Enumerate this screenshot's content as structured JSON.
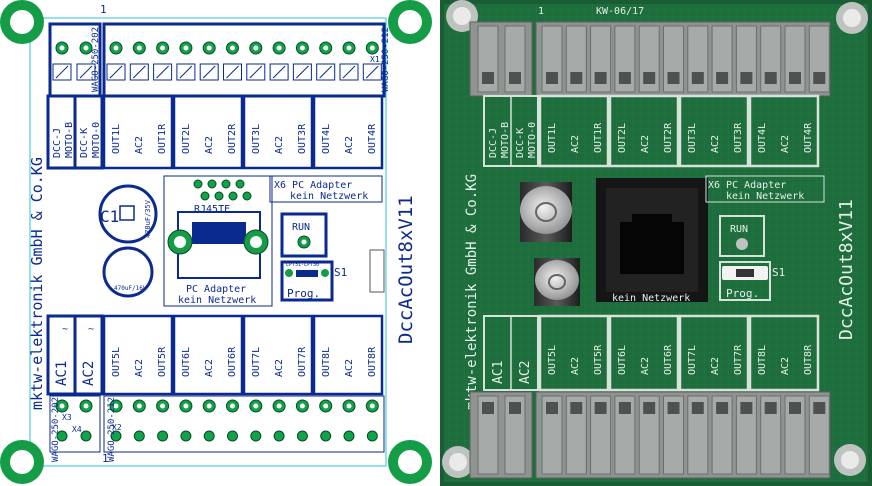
{
  "left_board": {
    "company": "mktw-elektronik GmbH & Co.KG",
    "product": "DccAcOut8xV11",
    "x6_label": "X6  PC Adapter",
    "x6_sub": "kein Netzwerk",
    "rj45_label": "RJ45TE",
    "pc_adapter_label": "PC Adapter",
    "kein_netzwerk_label": "kein Netzwerk",
    "run_label": "RUN",
    "prog_label": "Prog.",
    "jumper_label": "LPT31-LPT30",
    "s1_label": "S1",
    "c1_label": "C1",
    "cap1_value": "470uF/35V",
    "cap2_value": "470uF/16V",
    "wago_top_left": "WAGO-250-202",
    "wago_top_right": "WAGO-250-212",
    "wago_bottom_left": "WAGO-250-202",
    "wago_bottom_right": "WAGO-250-212",
    "x1_label": "X1",
    "x2_label": "X2",
    "x3_label": "X3",
    "x4_label": "X4",
    "top_pin_1": "1",
    "bottom_pin_1": "1",
    "dcc_j_label": "DCC-J",
    "moto_b_label": "MOTO-B",
    "dcc_k_label": "DCC-K",
    "moto_0_label": "MOTO-0",
    "top_outputs": [
      "OUT1L",
      "AC2",
      "OUT1R",
      "OUT2L",
      "AC2",
      "OUT2R",
      "OUT3L",
      "AC2",
      "OUT3R",
      "OUT4L",
      "AC2",
      "OUT4R"
    ],
    "bottom_power": [
      "AC1",
      "AC2"
    ],
    "bottom_tilde": "~",
    "bottom_outputs": [
      "OUT5L",
      "AC2",
      "OUT5R",
      "OUT6L",
      "AC2",
      "OUT6R",
      "OUT7L",
      "AC2",
      "OUT7R",
      "OUT8L",
      "AC2",
      "OUT8R"
    ]
  },
  "right_board": {
    "board_id": "KW-06/17",
    "top_pin_1": "1",
    "company": "mktw-elektronik GmbH & Co.KG",
    "product": "DccAcOut8xV11",
    "x6_label": "X6  PC Adapter",
    "x6_sub": "kein Netzwerk",
    "kein_netzwerk_label": "kein Netzwerk",
    "run_label": "RUN",
    "prog_label": "Prog.",
    "s1_label": "S1",
    "dcc_j_label": "DCC-J",
    "moto_b_label": "MOTO-B",
    "dcc_k_label": "DCC-K",
    "moto_0_label": "MOTO-0",
    "top_outputs": [
      "OUT1L",
      "AC2",
      "OUT1R",
      "OUT2L",
      "AC2",
      "OUT2R",
      "OUT3L",
      "AC2",
      "OUT3R",
      "OUT4L",
      "AC2",
      "OUT4R"
    ],
    "bottom_power": [
      "AC1",
      "AC2"
    ],
    "bottom_outputs": [
      "OUT5L",
      "AC2",
      "OUT5R",
      "OUT6L",
      "AC2",
      "OUT6R",
      "OUT7L",
      "AC2",
      "OUT7R",
      "OUT8L",
      "AC2",
      "OUT8R"
    ]
  },
  "colors": {
    "silkscreen_blue": "#0b2a8f",
    "pad_green": "#11a34a",
    "board_green": "#1f6b3a",
    "terminal_gray": "#8f9491"
  }
}
